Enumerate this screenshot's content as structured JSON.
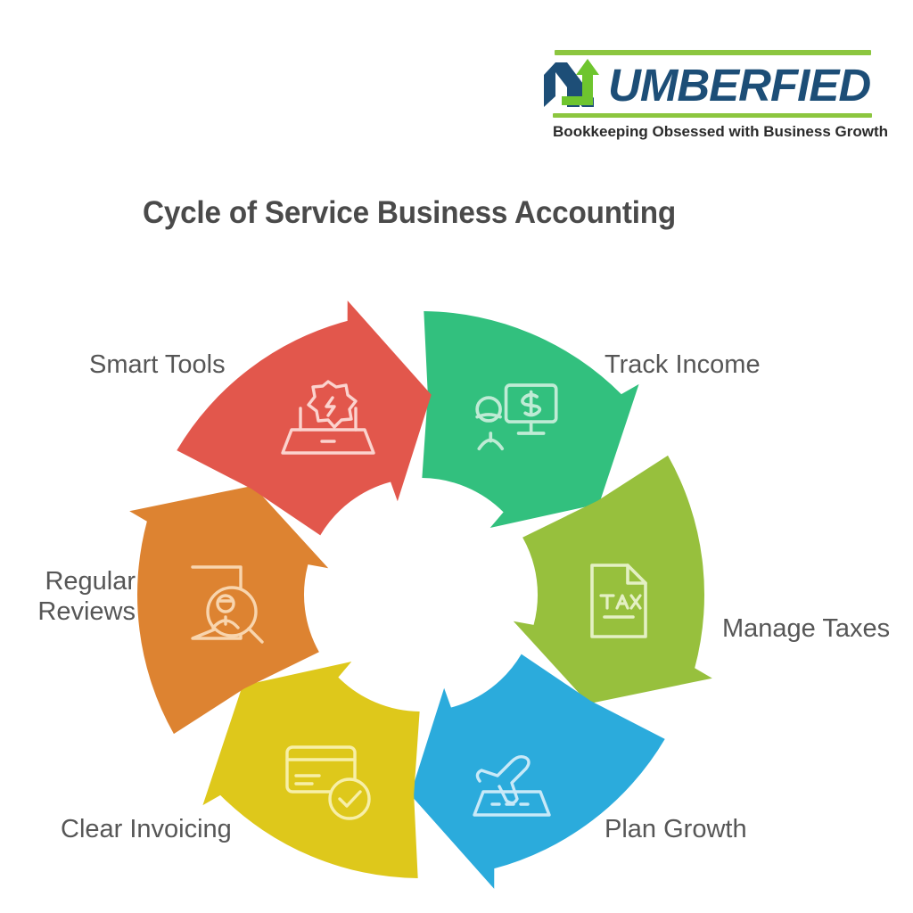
{
  "brand": {
    "logo_text": "UMBERFIED",
    "logo_mark_letter": "N",
    "tagline": "Bookkeeping Obsessed with Business Growth",
    "colors": {
      "navy": "#1D4E77",
      "green": "#8CC63F"
    }
  },
  "heading": {
    "title": "Cycle of Service Business Accounting",
    "color": "#4A4A4A"
  },
  "chart_data": {
    "type": "pie",
    "title": "Cycle of Service Business Accounting",
    "subtype": "cyclic-arrow-diagram",
    "direction": "clockwise",
    "segment_count": 6,
    "segment_span_degrees": 60,
    "categories": [
      "Track Income",
      "Manage Taxes",
      "Plan Growth",
      "Clear Invoicing",
      "Regular Reviews",
      "Smart Tools"
    ],
    "values": [
      1,
      1,
      1,
      1,
      1,
      1
    ],
    "colors": [
      "#32C07E",
      "#97C03D",
      "#2BABDC",
      "#DEC81B",
      "#DD8331",
      "#E2574C"
    ],
    "segments": [
      {
        "label": "Track Income",
        "color": "#32C07E",
        "icon": "monitor-dollar-user-icon",
        "start_angle": 0,
        "end_angle": 60,
        "label_position": "right-top"
      },
      {
        "label": "Manage Taxes",
        "color": "#97C03D",
        "icon": "tax-document-icon",
        "start_angle": 60,
        "end_angle": 120,
        "label_position": "right"
      },
      {
        "label": "Plan Growth",
        "color": "#2BABDC",
        "icon": "airplane-takeoff-icon",
        "start_angle": 120,
        "end_angle": 180,
        "label_position": "right-bottom"
      },
      {
        "label": "Clear Invoicing",
        "color": "#DEC81B",
        "icon": "credit-card-check-icon",
        "start_angle": 180,
        "end_angle": 240,
        "label_position": "left-bottom"
      },
      {
        "label": "Regular Reviews",
        "color": "#DD8331",
        "icon": "document-magnifier-person-icon",
        "start_angle": 240,
        "end_angle": 300,
        "label_position": "left"
      },
      {
        "label": "Smart Tools",
        "color": "#E2574C",
        "icon": "laptop-gear-icon",
        "start_angle": 300,
        "end_angle": 360,
        "label_position": "left-top"
      }
    ],
    "legend": "none",
    "grid": false,
    "icon_label_tax": "TAX"
  },
  "labels": {
    "track_income": "Track Income",
    "manage_taxes": "Manage Taxes",
    "plan_growth": "Plan Growth",
    "clear_invoicing": "Clear Invoicing",
    "regular_reviews": "Regular\nReviews",
    "smart_tools": "Smart Tools"
  }
}
